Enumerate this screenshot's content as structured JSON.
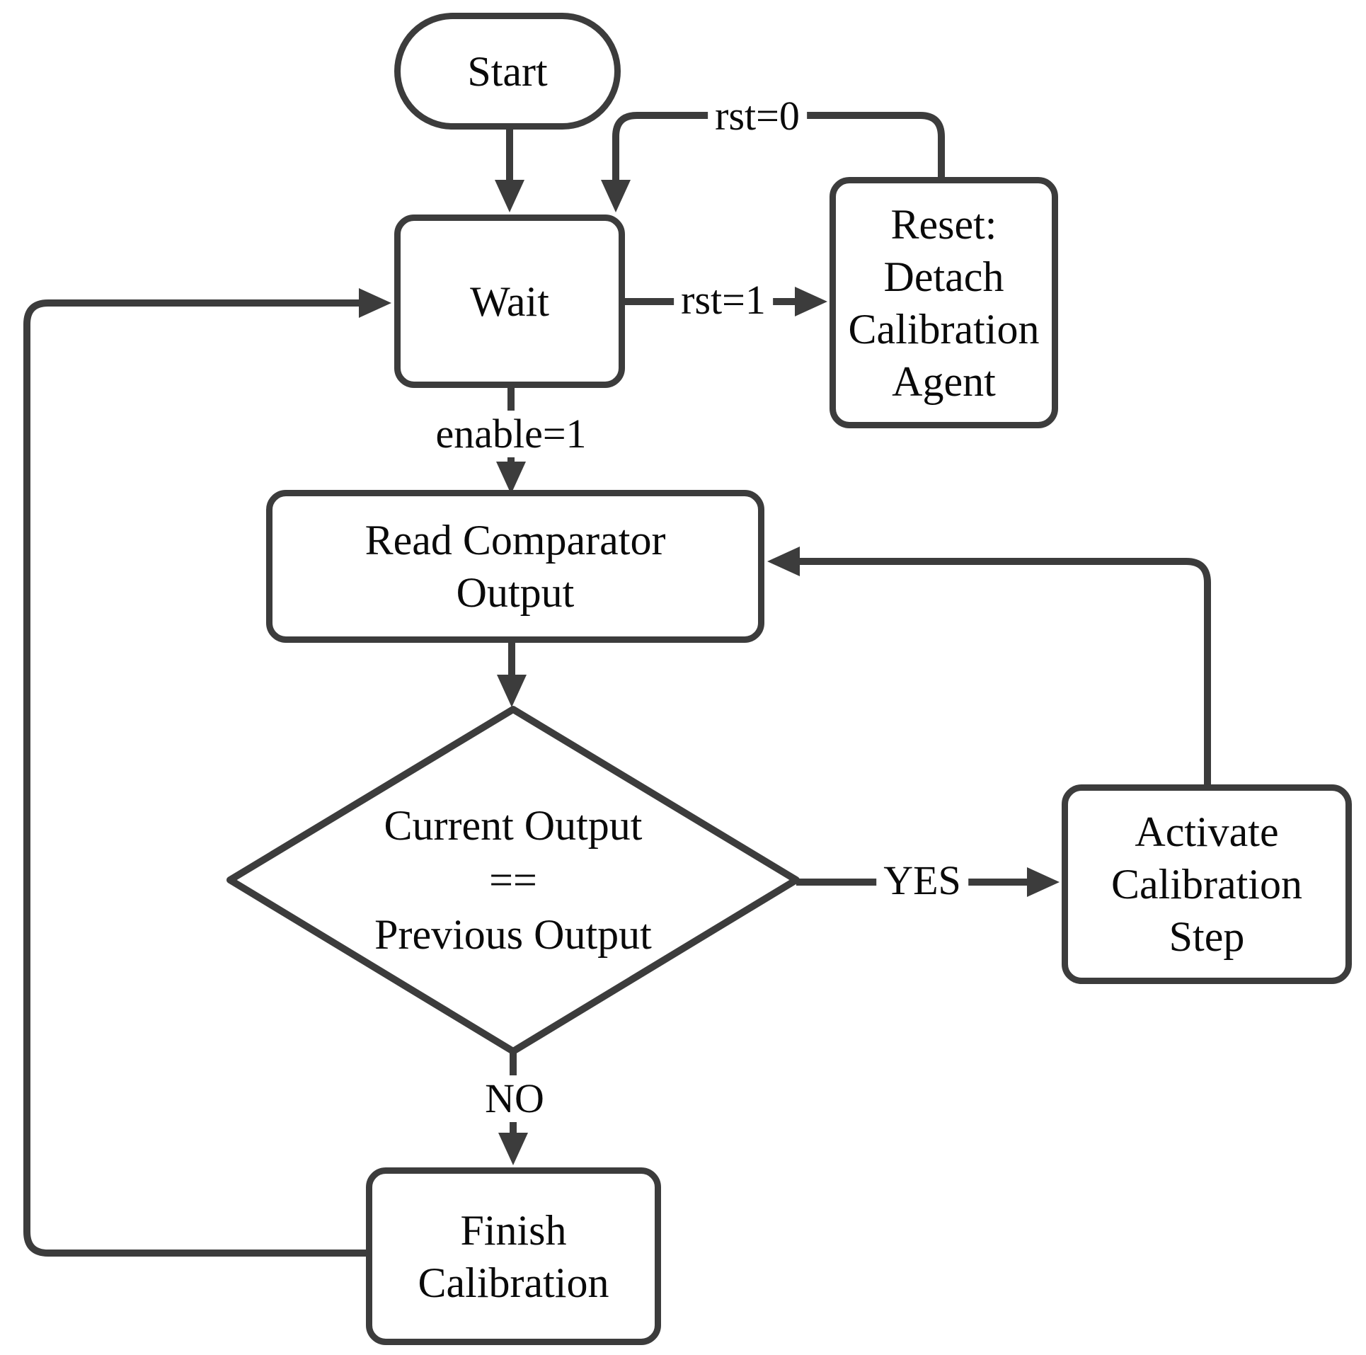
{
  "colors": {
    "stroke": "#3c3c3c",
    "text": "#0a0a0a",
    "background": "#ffffff"
  },
  "nodes": {
    "start": {
      "type": "terminator",
      "label": "Start"
    },
    "wait": {
      "type": "process",
      "label": "Wait"
    },
    "reset": {
      "type": "process",
      "lines": [
        "Reset:",
        "Detach",
        "Calibration",
        "Agent"
      ]
    },
    "read_comparator": {
      "type": "process",
      "lines": [
        "Read Comparator",
        "Output"
      ]
    },
    "compare_decision": {
      "type": "decision",
      "lines": [
        "Current Output",
        "==",
        "Previous Output"
      ]
    },
    "activate_step": {
      "type": "process",
      "lines": [
        "Activate",
        "Calibration",
        "Step"
      ]
    },
    "finish": {
      "type": "process",
      "lines": [
        "Finish",
        "Calibration"
      ]
    }
  },
  "edges": {
    "start_to_wait": {
      "from": "start",
      "to": "wait"
    },
    "reset_to_wait": {
      "from": "reset",
      "to": "wait",
      "label": "rst=0"
    },
    "wait_to_reset": {
      "from": "wait",
      "to": "reset",
      "label": "rst=1"
    },
    "wait_to_read": {
      "from": "wait",
      "to": "read_comparator",
      "label": "enable=1"
    },
    "read_to_decision": {
      "from": "read_comparator",
      "to": "compare_decision"
    },
    "decision_yes": {
      "from": "compare_decision",
      "to": "activate_step",
      "label": "YES"
    },
    "activate_to_read": {
      "from": "activate_step",
      "to": "read_comparator"
    },
    "decision_no": {
      "from": "compare_decision",
      "to": "finish",
      "label": "NO"
    },
    "finish_to_wait": {
      "from": "finish",
      "to": "wait"
    }
  }
}
